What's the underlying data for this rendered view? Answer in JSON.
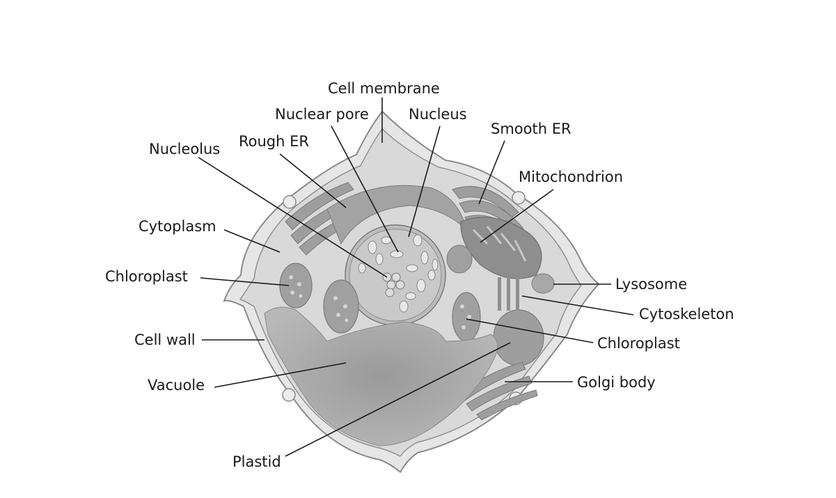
{
  "labels": {
    "cell_membrane": "Cell membrane",
    "nuclear_pore": "Nuclear pore",
    "nucleus": "Nucleus",
    "smooth_er": "Smooth ER",
    "rough_er": "Rough ER",
    "nucleolus": "Nucleolus",
    "mitochondrion": "Mitochondrion",
    "cytoplasm": "Cytoplasm",
    "chloroplast_left": "Chloroplast",
    "lysosome": "Lysosome",
    "cytoskeleton": "Cytoskeleton",
    "chloroplast_right": "Chloroplast",
    "cell_wall": "Cell wall",
    "vacuole": "Vacuole",
    "golgi_body": "Golgi body",
    "plastid": "Plastid"
  },
  "colors": {
    "background": "#ffffff",
    "cell_wall_fill": "#e6e6e6",
    "cytoplasm_fill": "#d9d9d9",
    "organelle_fill": "#9a9a9a",
    "vacuole_fill": "#a8a8a8",
    "outline": "#8a8a8a",
    "label_text": "#1a1a1a"
  }
}
